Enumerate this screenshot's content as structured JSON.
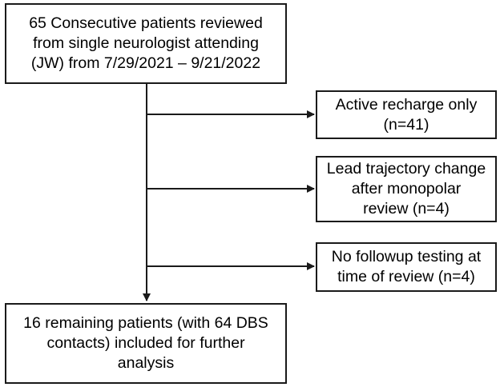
{
  "flowchart": {
    "top_box": {
      "lines": [
        "65 Consecutive patients reviewed",
        "from single neurologist attending",
        "(JW) from 7/29/2021 – 9/21/2022"
      ]
    },
    "exclusions": [
      {
        "lines": [
          "Active recharge only",
          "(n=41)"
        ]
      },
      {
        "lines": [
          "Lead trajectory change",
          "after monopolar",
          "review (n=4)"
        ]
      },
      {
        "lines": [
          "No followup testing at",
          "time of review (n=4)"
        ]
      }
    ],
    "bottom_box": {
      "lines": [
        "16 remaining patients (with 64 DBS",
        "contacts) included for further",
        "analysis"
      ]
    }
  }
}
